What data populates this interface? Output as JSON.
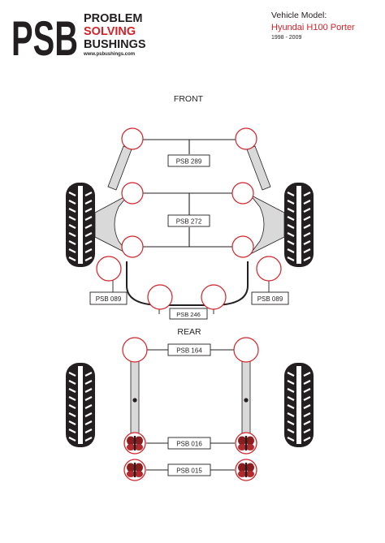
{
  "brand": {
    "logo_letters": "PSB",
    "line1": "PROBLEM",
    "line2": "SOLVING",
    "line3": "BUSHINGS",
    "url": "www.psbushings.com"
  },
  "vehicle": {
    "label": "Vehicle Model:",
    "name": "Hyundai H100 Porter",
    "years": "1998 - 2009"
  },
  "sections": {
    "front": "FRONT",
    "rear": "REAR"
  },
  "parts": {
    "front_upper": "PSB 289",
    "front_mid": "PSB 272",
    "front_left": "PSB 089",
    "front_right": "PSB 089",
    "front_bottom": "PSB 246",
    "rear_top": "PSB 164",
    "rear_mid": "PSB 016",
    "rear_low": "PSB 015"
  },
  "colors": {
    "brand_red": "#d2232a",
    "ink": "#231f20",
    "arm_grey": "#d9d9d9",
    "bushing_fill": "#8b1d1f"
  }
}
